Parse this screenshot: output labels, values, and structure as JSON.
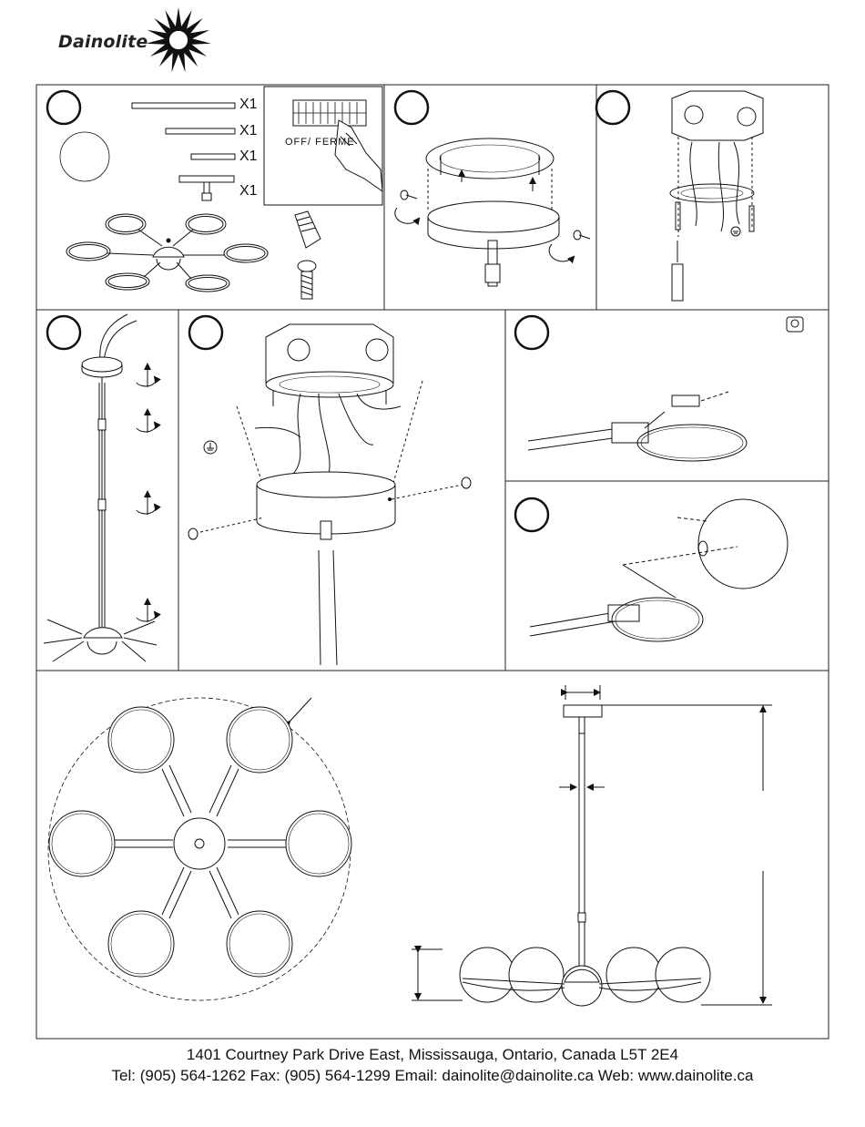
{
  "brand": {
    "name": "Dainolite"
  },
  "parts": {
    "quantities": [
      "X1",
      "X1",
      "X1",
      "X1"
    ]
  },
  "breaker_panel": {
    "label": "OFF/ FERME"
  },
  "footer": {
    "address": "1401 Courtney Park Drive East, Mississauga, Ontario, Canada L5T 2E4",
    "contact": "Tel: (905) 564-1262 Fax: (905) 564-1299 Email: dainolite@dainolite.ca Web: www.dainolite.ca"
  },
  "icons": [
    "starburst-logo-icon",
    "ground-symbol-icon",
    "bulb-symbol-icon",
    "rotate-arrow-icon"
  ]
}
